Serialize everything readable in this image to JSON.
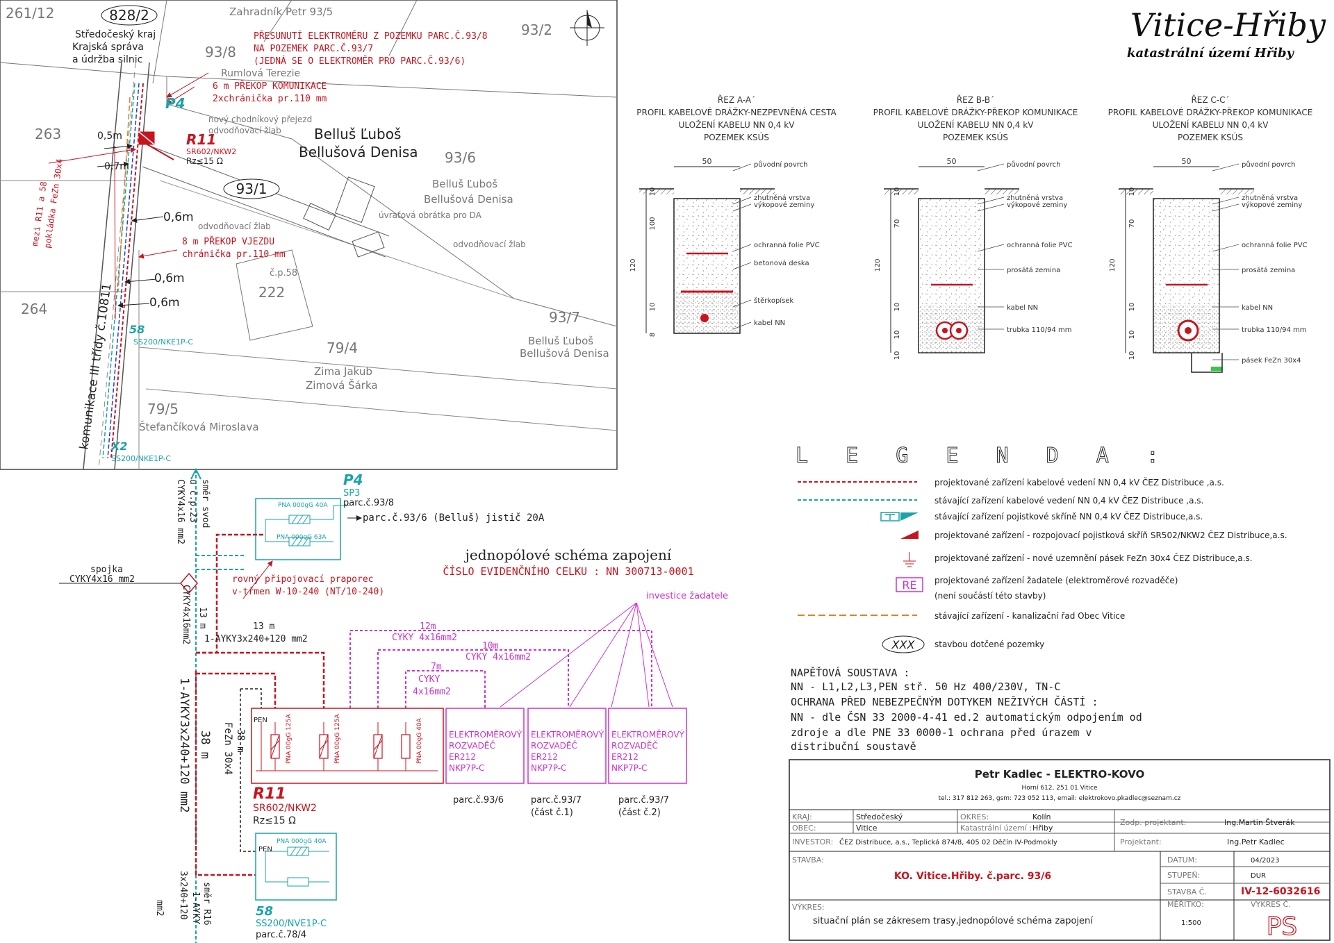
{
  "header": {
    "title": "Vitice-Hřiby",
    "subtitle": "katastrální území Hřiby"
  },
  "map": {
    "parcels": [
      "261/12",
      "828/2",
      "93/8",
      "93/2",
      "263",
      "93/1",
      "93/6",
      "264",
      "222",
      "79/4",
      "93/7",
      "79/5"
    ],
    "owners": {
      "zahradnik": "Zahradník Petr 93/5",
      "krajska1": "Středočeský kraj",
      "krajska2": "Krajská správa",
      "krajska3": "a údržba silnic",
      "rumlova": "Rumlová Terezie",
      "bellus_big1": "Belluš Ľuboš",
      "bellus_big2": "Bellušová Denisa",
      "bellus_a1": "Belluš Ľuboš",
      "bellus_a2": "Bellušová Denisa",
      "bellus_b1": "Belluš Ľuboš",
      "bellus_b2": "Bellušová Denisa",
      "zima1": "Zima Jakub",
      "zima2": "Zimová Šárka",
      "stefancikova": "Štefančíková Miroslava"
    },
    "notes": {
      "presun1": "PŘESUNUTÍ ELEKTROMĚRU Z POZEMKU PARC.Č.93/8",
      "presun2": "NA POZEMEK PARC.Č.93/7",
      "presun3": "(JEDNÁ SE O ELEKTROMĚR PRO PARC.Č.93/6)",
      "prekop6": "6 m PŘEKOP KOMUNIKACE",
      "chranicka2": "2xchránička pr.110 mm",
      "prejezd": "nový chodníkový přejezd",
      "zlab1": "odvodňovací žlab",
      "zlab2": "odvodňovací žlab",
      "zlab3": "odvodňovací žlab",
      "obratka": "úvraťová obrátka pro DA",
      "prekop8": "8 m PŘEKOP VJEZDU",
      "chranicka1": "chránička pr.110 mm",
      "cp58": "č.p.58",
      "pokladka1": "mezi R11 a 58",
      "pokladka2": "pokládka FeZn 30x4",
      "komunikace": "komunikace III třídy č.10811",
      "r11": "R11",
      "r11_type": "SR602/NKW2",
      "r11_rz": "Rz≤15 Ω",
      "p4": "P4",
      "b58": "58",
      "b58_type": "SS200/NKE1P-C",
      "x2": "X2",
      "x2_type": "SS200/NKE1P-C",
      "d05": "0,5m",
      "d07": "0,7m",
      "d06a": "0,6m",
      "d06b": "0,6m",
      "d06c": "0,6m"
    }
  },
  "sections": [
    {
      "title": "ŘEZ  A-A´",
      "l1": "PROFIL KABELOVÉ DRÁŽKY-NEZPEVNĚNÁ CESTA",
      "l2": "ULOŽENÍ KABELU NN 0,4 kV",
      "l3": "POZEMEK KSÚS",
      "labels": [
        "původní povrch",
        "zhutněná vrstva",
        "výkopové zeminy",
        "ochranná folie PVC",
        "betonová deska",
        "štěrkopísek",
        "kabel NN"
      ],
      "dims": [
        "50",
        "10",
        "100",
        "120",
        "10",
        "8"
      ]
    },
    {
      "title": "ŘEZ  B-B´",
      "l1": "PROFIL KABELOVÉ DRÁŽKY-PŘEKOP KOMUNIKACE",
      "l2": "ULOŽENÍ KABELU NN 0,4 kV",
      "l3": "POZEMEK KSÚS",
      "labels": [
        "původní povrch",
        "zhutněná vrstva",
        "výkopové zeminy",
        "ochranná folie PVC",
        "prosátá zemina",
        "kabel NN",
        "trubka 110/94 mm"
      ],
      "dims": [
        "50",
        "10",
        "70",
        "120",
        "10",
        "10",
        "10"
      ]
    },
    {
      "title": "ŘEZ  C-C´",
      "l1": "PROFIL KABELOVÉ DRÁŽKY-PŘEKOP KOMUNIKACE",
      "l2": "ULOŽENÍ KABELU NN 0,4 kV",
      "l3": "POZEMEK KSÚS",
      "labels": [
        "původní povrch",
        "zhutněná vrstva",
        "výkopové zeminy",
        "ochranná folie PVC",
        "prosátá zemina",
        "kabel NN",
        "trubka 110/94 mm",
        "pásek FeZn 30x4"
      ],
      "dims": [
        "50",
        "10",
        "70",
        "120",
        "10",
        "10",
        "10"
      ]
    }
  ],
  "legend": {
    "title": "L E G E N D A  :",
    "items": [
      "projektované zařízení kabelové vedení NN 0,4 kV ČEZ Distribuce ,a.s.",
      "stávající zařízení kabelové vedení NN 0,4 kV ČEZ Distribuce ,a.s.",
      "stávající zařízení pojistkové skříně NN 0,4 kV ČEZ Distribuce,a.s.",
      "projektované zařízení - rozpojovací pojistková skříň SR502/NKW2 ČEZ Distribuce,a.s.",
      "projektované zařízení - nové uzemnění pásek FeZn 30x4 ČEZ Distribuce,a.s.",
      "projektované zařízení žadatele (elektroměrové rozvaděče)",
      "(není součástí této stavby)",
      "stávající zařízení - kanalizační řad Obec Vitice",
      "stavbou dotčené pozemky"
    ],
    "re": "RE",
    "xxx": "XXX"
  },
  "voltage": {
    "l1": "NAPĚŤOVÁ SOUSTAVA :",
    "l2": "NN - L1,L2,L3,PEN stř. 50 Hz  400/230V, TN-C",
    "l3": "OCHRANA PŘED NEBEZPEČNÝM DOTYKEM NEŽIVÝCH ČÁSTÍ :",
    "l4": "NN - dle ČSN 33 2000-4-41 ed.2 automatickým odpojením od",
    "l5": "zdroje a dle PNE 33 0000-1 ochrana před úrazem v",
    "l6": "distribuční soustavě"
  },
  "schema": {
    "title": "jednopólové schéma zapojení",
    "evid": "ČÍSLO EVIDENČNÍHO CELKU : NN 300713-0001",
    "investice": "investice žadatele",
    "p4": "P4",
    "sp3": "SP3",
    "parc938": "parc.č.93/8",
    "pna40": "PNA 000gG 40A",
    "pna63": "PNA 000gG 63A",
    "jistic": "parc.č.93/6 (Belluš) jistič 20A",
    "smer_svod1": "směr svod",
    "smer_svod2": "u č.p.23",
    "cyky416a": "CYKY4x16 mm2",
    "spojka": "spojka",
    "cyky416b": "CYKY4x16 mm2",
    "cyky416c": "CYKY4x16mm2",
    "praporec1": "rovný připojovací praporec",
    "praporec2": "v-třmen W-10-240 (NT/10-240)",
    "d13a": "13 m",
    "d13b": "13 m",
    "aykyA": "1-AYKY3x240+120 mm2",
    "aykyB": "1-AYKY3x240+120 mm2",
    "d38a": "38 m",
    "d38b": "38 m",
    "fezn": "FeZn 30x4",
    "c12": "12m",
    "c12t": "CYKY 4x16mm2",
    "c10": "10m",
    "c10t": "CYKY 4x16mm2",
    "c7": "7m",
    "c7t1": "CYKY",
    "c7t2": "4x16mm2",
    "pen1": "PEN",
    "pen2": "PEN",
    "pna125a": "PNA 00gG 125A",
    "pna125b": "PNA 00gG 125A",
    "pna40b": "PNA 00gG 40A",
    "r11": "R11",
    "r11t": "SR602/NKW2",
    "r11rz": "Rz≤15 Ω",
    "b58": "58",
    "b58t": "SS200/NVE1P-C",
    "parc784": "parc.č.78/4",
    "pna40c": "PNA 000gG 40A",
    "smer_r16a": "směr R16",
    "smer_r16b": "1-AYKY",
    "smer_r16c": "3x240+120",
    "smer_r16d": "mm2",
    "er1": "ELEKTROMĚROVÝ",
    "er2": "ROZVADĚČ",
    "er3": "ER212",
    "er4": "NKP7P-C",
    "parcA": "parc.č.93/6",
    "parcB1": "parc.č.93/7",
    "parcB2": "(část č.1)",
    "parcC1": "parc.č.93/7",
    "parcC2": "(část č.2)"
  },
  "titleblock": {
    "company": "Petr Kadlec - ELEKTRO-KOVO",
    "address": "Horní 612, 251 01 Vitice",
    "contact": "tel.: 317 812 263, gsm: 723 052 113, email: elektrokovo.pkadlec@seznam.cz",
    "kraj_l": "KRAJ:",
    "kraj_v": "Středočeský",
    "okres_l": "OKRES:",
    "okres_v": "Kolín",
    "obec_l": "OBEC:",
    "obec_v": "Vitice",
    "ku_l": "Katastrální území :",
    "ku_v": "Hřiby",
    "inv_l": "INVESTOR:",
    "inv_v": "ČEZ Distribuce, a.s., Teplická 874/8, 405 02 Děčín IV-Podmokly",
    "zodp_l": "Zodp. projektant:",
    "zodp_v": "Ing.Martin Štverák",
    "proj_l": "Projektant:",
    "proj_v": "Ing.Petr Kadlec",
    "stavba_l": "STAVBA:",
    "stavba_v": "KO. Vitice.Hřiby. č.parc. 93/6",
    "datum_l": "DATUM:",
    "datum_v": "04/2023",
    "stupen_l": "STUPEŇ:",
    "stupen_v": "DUR",
    "stavbac_l": "STAVBA Č.",
    "stavbac_v": "IV-12-6032616",
    "merit_l": "MĚŘÍTKO:",
    "merit_v": "1:500",
    "vykres_l": "VÝKRES:",
    "vykres_v": "situační plán se zákresem trasy,jednopólové schéma zapojení",
    "vykresc_l": "VÝKRES Č.",
    "vykresc_v": "PS"
  }
}
